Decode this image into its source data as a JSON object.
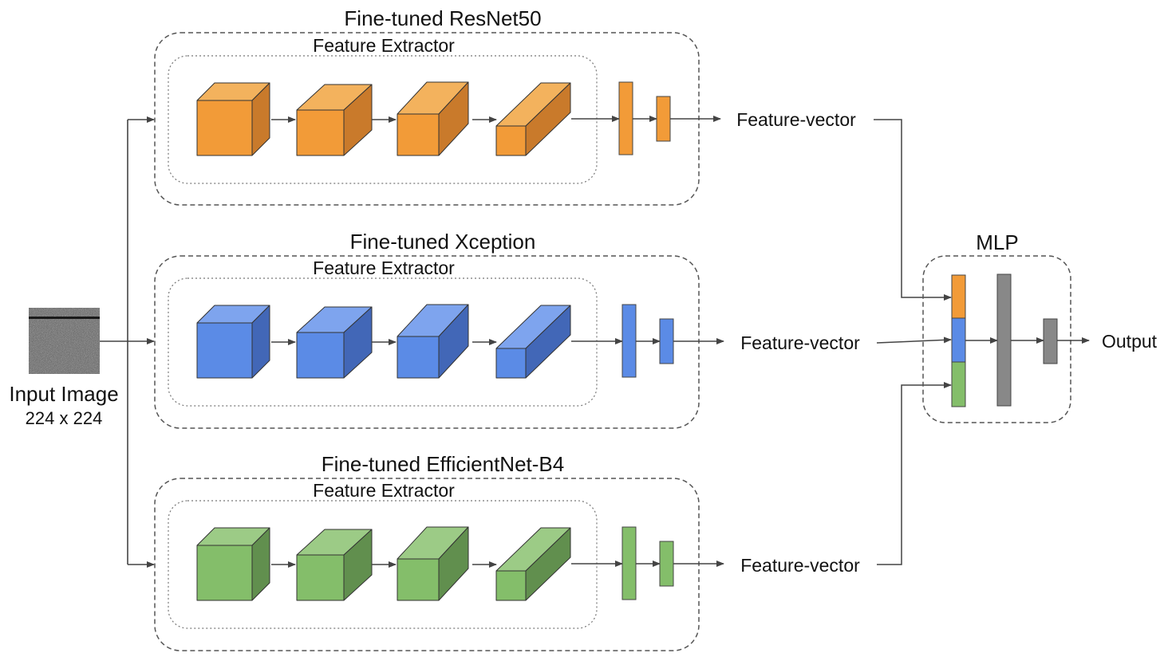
{
  "input": {
    "label": "Input Image",
    "size": "224 x 224"
  },
  "branches": [
    {
      "title": "Fine-tuned ResNet50",
      "extractor_label": "Feature Extractor",
      "output_label": "Feature-vector",
      "colors": {
        "front": "#F29B38",
        "top": "#F3B25D",
        "side": "#C97A2B"
      }
    },
    {
      "title": "Fine-tuned Xception",
      "extractor_label": "Feature Extractor",
      "output_label": "Feature-vector",
      "colors": {
        "front": "#5B8BE6",
        "top": "#7EA4EE",
        "side": "#4267B7"
      }
    },
    {
      "title": "Fine-tuned EfficientNet-B4",
      "extractor_label": "Feature Extractor",
      "output_label": "Feature-vector",
      "colors": {
        "front": "#84BE6A",
        "top": "#9CCB86",
        "side": "#618F4E"
      }
    }
  ],
  "mlp": {
    "title": "MLP",
    "layer_color": "#888888",
    "output_label": "Output"
  },
  "colors": {
    "line": "#444444",
    "container_border": "#555555",
    "background": "#ffffff"
  }
}
